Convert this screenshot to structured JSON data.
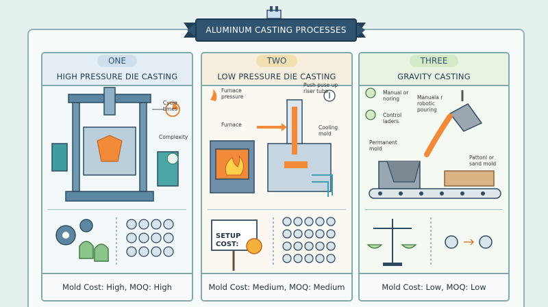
{
  "banner": {
    "title": "ALUMINUM CASTING PROCESSES"
  },
  "panels": [
    {
      "number": "ONE",
      "title": "HIGH PRESSURE DIE CASTING",
      "labels": {
        "cycle": "Cycle times",
        "complexity": "Complexity"
      },
      "footer": "Mold Cost: High, MOQ: High"
    },
    {
      "number": "TWO",
      "title": "LOW PRESSURE DIE CASTING",
      "labels": {
        "furnace_pressure": "Furnace pressure",
        "push": "Push puse up riser tube",
        "furnace": "Furnace",
        "cooling": "Cooling mold",
        "setup": "SETUP COST:"
      },
      "footer": "Mold Cost: Medium, MOQ: Medium"
    },
    {
      "number": "THREE",
      "title": "GRAVITY CASTING",
      "labels": {
        "manual": "Manual or noring",
        "robotic": "Manuala r robotic pouring",
        "control": "Control laders",
        "permanent": "Permanent mold",
        "sand": "Pattonl or sand mold"
      },
      "footer": "Mold Cost: Low, MOQ: Low"
    }
  ],
  "colors": {
    "navy": "#2e5472",
    "steel": "#5b87a3",
    "molten": "#f28a3a",
    "panel_border": "#7ea9ad"
  }
}
